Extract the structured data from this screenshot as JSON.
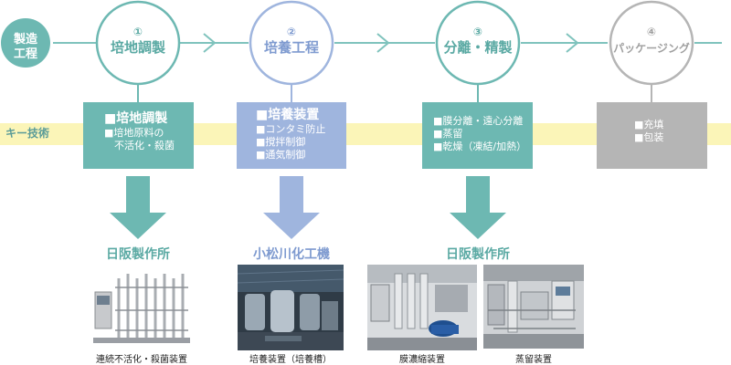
{
  "process_label_line1": "製造",
  "process_label_line2": "工程",
  "key_tech_label": "キー技術",
  "steps": [
    {
      "num": "①",
      "title": "培地調製",
      "color": "#6db8b2"
    },
    {
      "num": "②",
      "title": "培養工程",
      "color": "#9fb5de"
    },
    {
      "num": "③",
      "title": "分離・精製",
      "color": "#6db8b2"
    },
    {
      "num": "④",
      "title": "パッケージング",
      "color": "#b5b5b5"
    }
  ],
  "tech_boxes": [
    {
      "items": [
        "■培地調製",
        "■培地原料の",
        "不活化・殺菌"
      ]
    },
    {
      "items": [
        "■培養装置",
        "■コンタミ防止",
        "■撹拌制御",
        "■通気制御"
      ]
    },
    {
      "items": [
        "■膜分離・遠心分離",
        "■蒸留",
        "■乾燥（凍結/加熱）"
      ]
    },
    {
      "items": [
        "■充填",
        "■包装"
      ]
    }
  ],
  "makers": [
    "日阪製作所",
    "小松川化工機",
    "日阪製作所"
  ],
  "captions": [
    "連続不活化・殺菌装置",
    "培養装置（培養槽）",
    "膜濃縮装置",
    "蒸留装置"
  ],
  "colors": {
    "teal": "#6db8b2",
    "blue": "#9fb5de",
    "gray": "#b5b5b5",
    "key_band": "#fbf5b8"
  }
}
